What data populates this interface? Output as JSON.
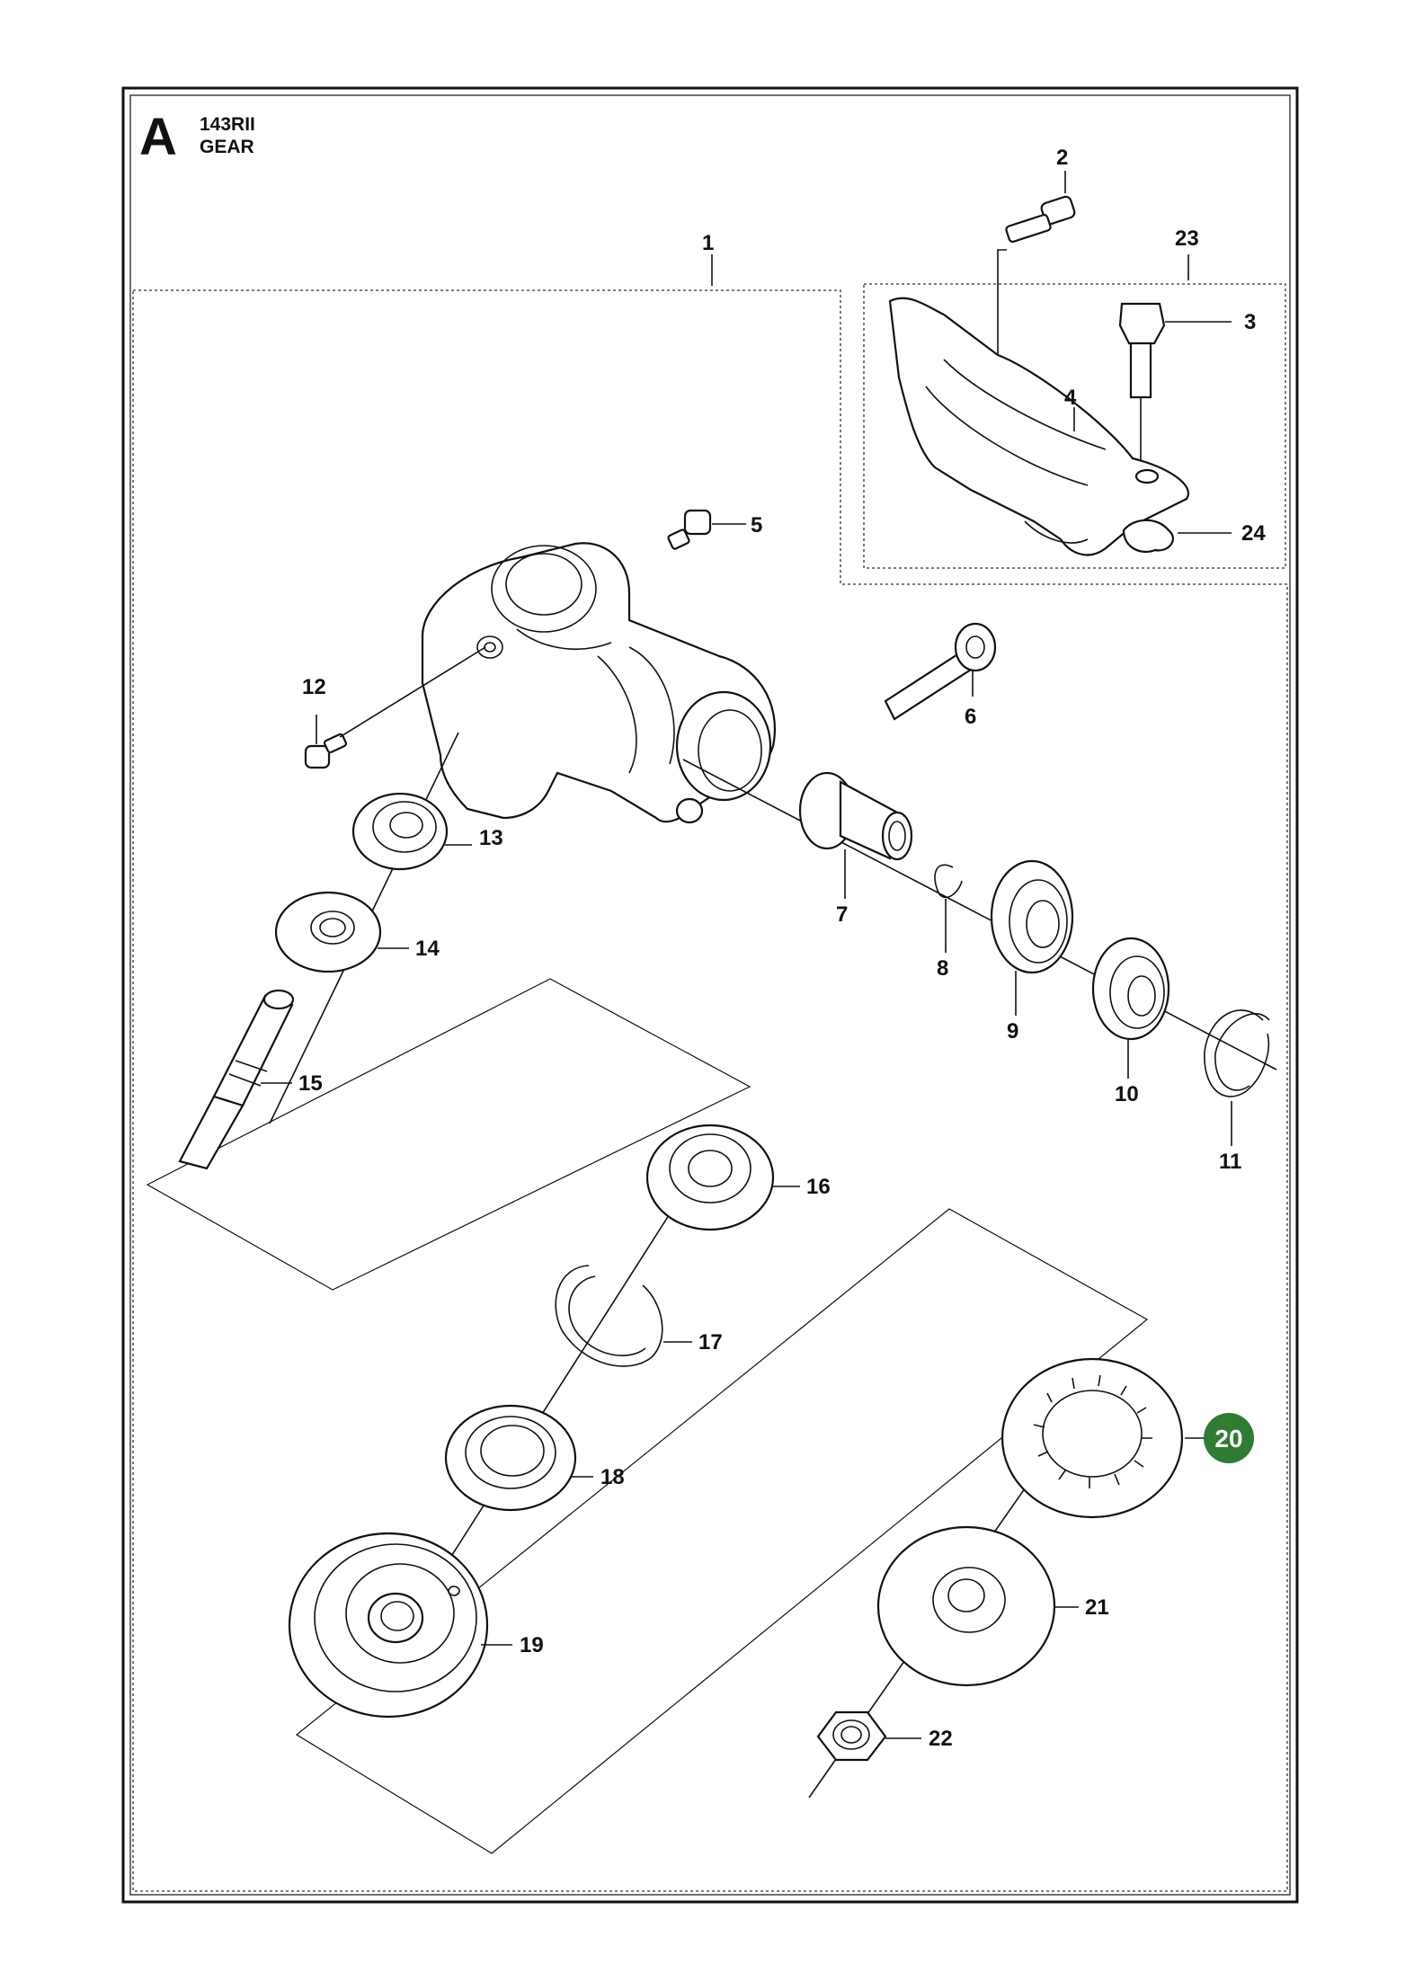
{
  "header": {
    "section_letter": "A",
    "model": "143RII",
    "title": "GEAR"
  },
  "parts": {
    "p1": "1",
    "p2": "2",
    "p3": "3",
    "p4": "4",
    "p5": "5",
    "p6": "6",
    "p7": "7",
    "p8": "8",
    "p9": "9",
    "p10": "10",
    "p11": "11",
    "p12": "12",
    "p13": "13",
    "p14": "14",
    "p15": "15",
    "p16": "16",
    "p17": "17",
    "p18": "18",
    "p19": "19",
    "p20": "20",
    "p21": "21",
    "p22": "22",
    "p23": "23",
    "p24": "24"
  },
  "highlight": {
    "part": "20",
    "color": "#2e7d32"
  }
}
